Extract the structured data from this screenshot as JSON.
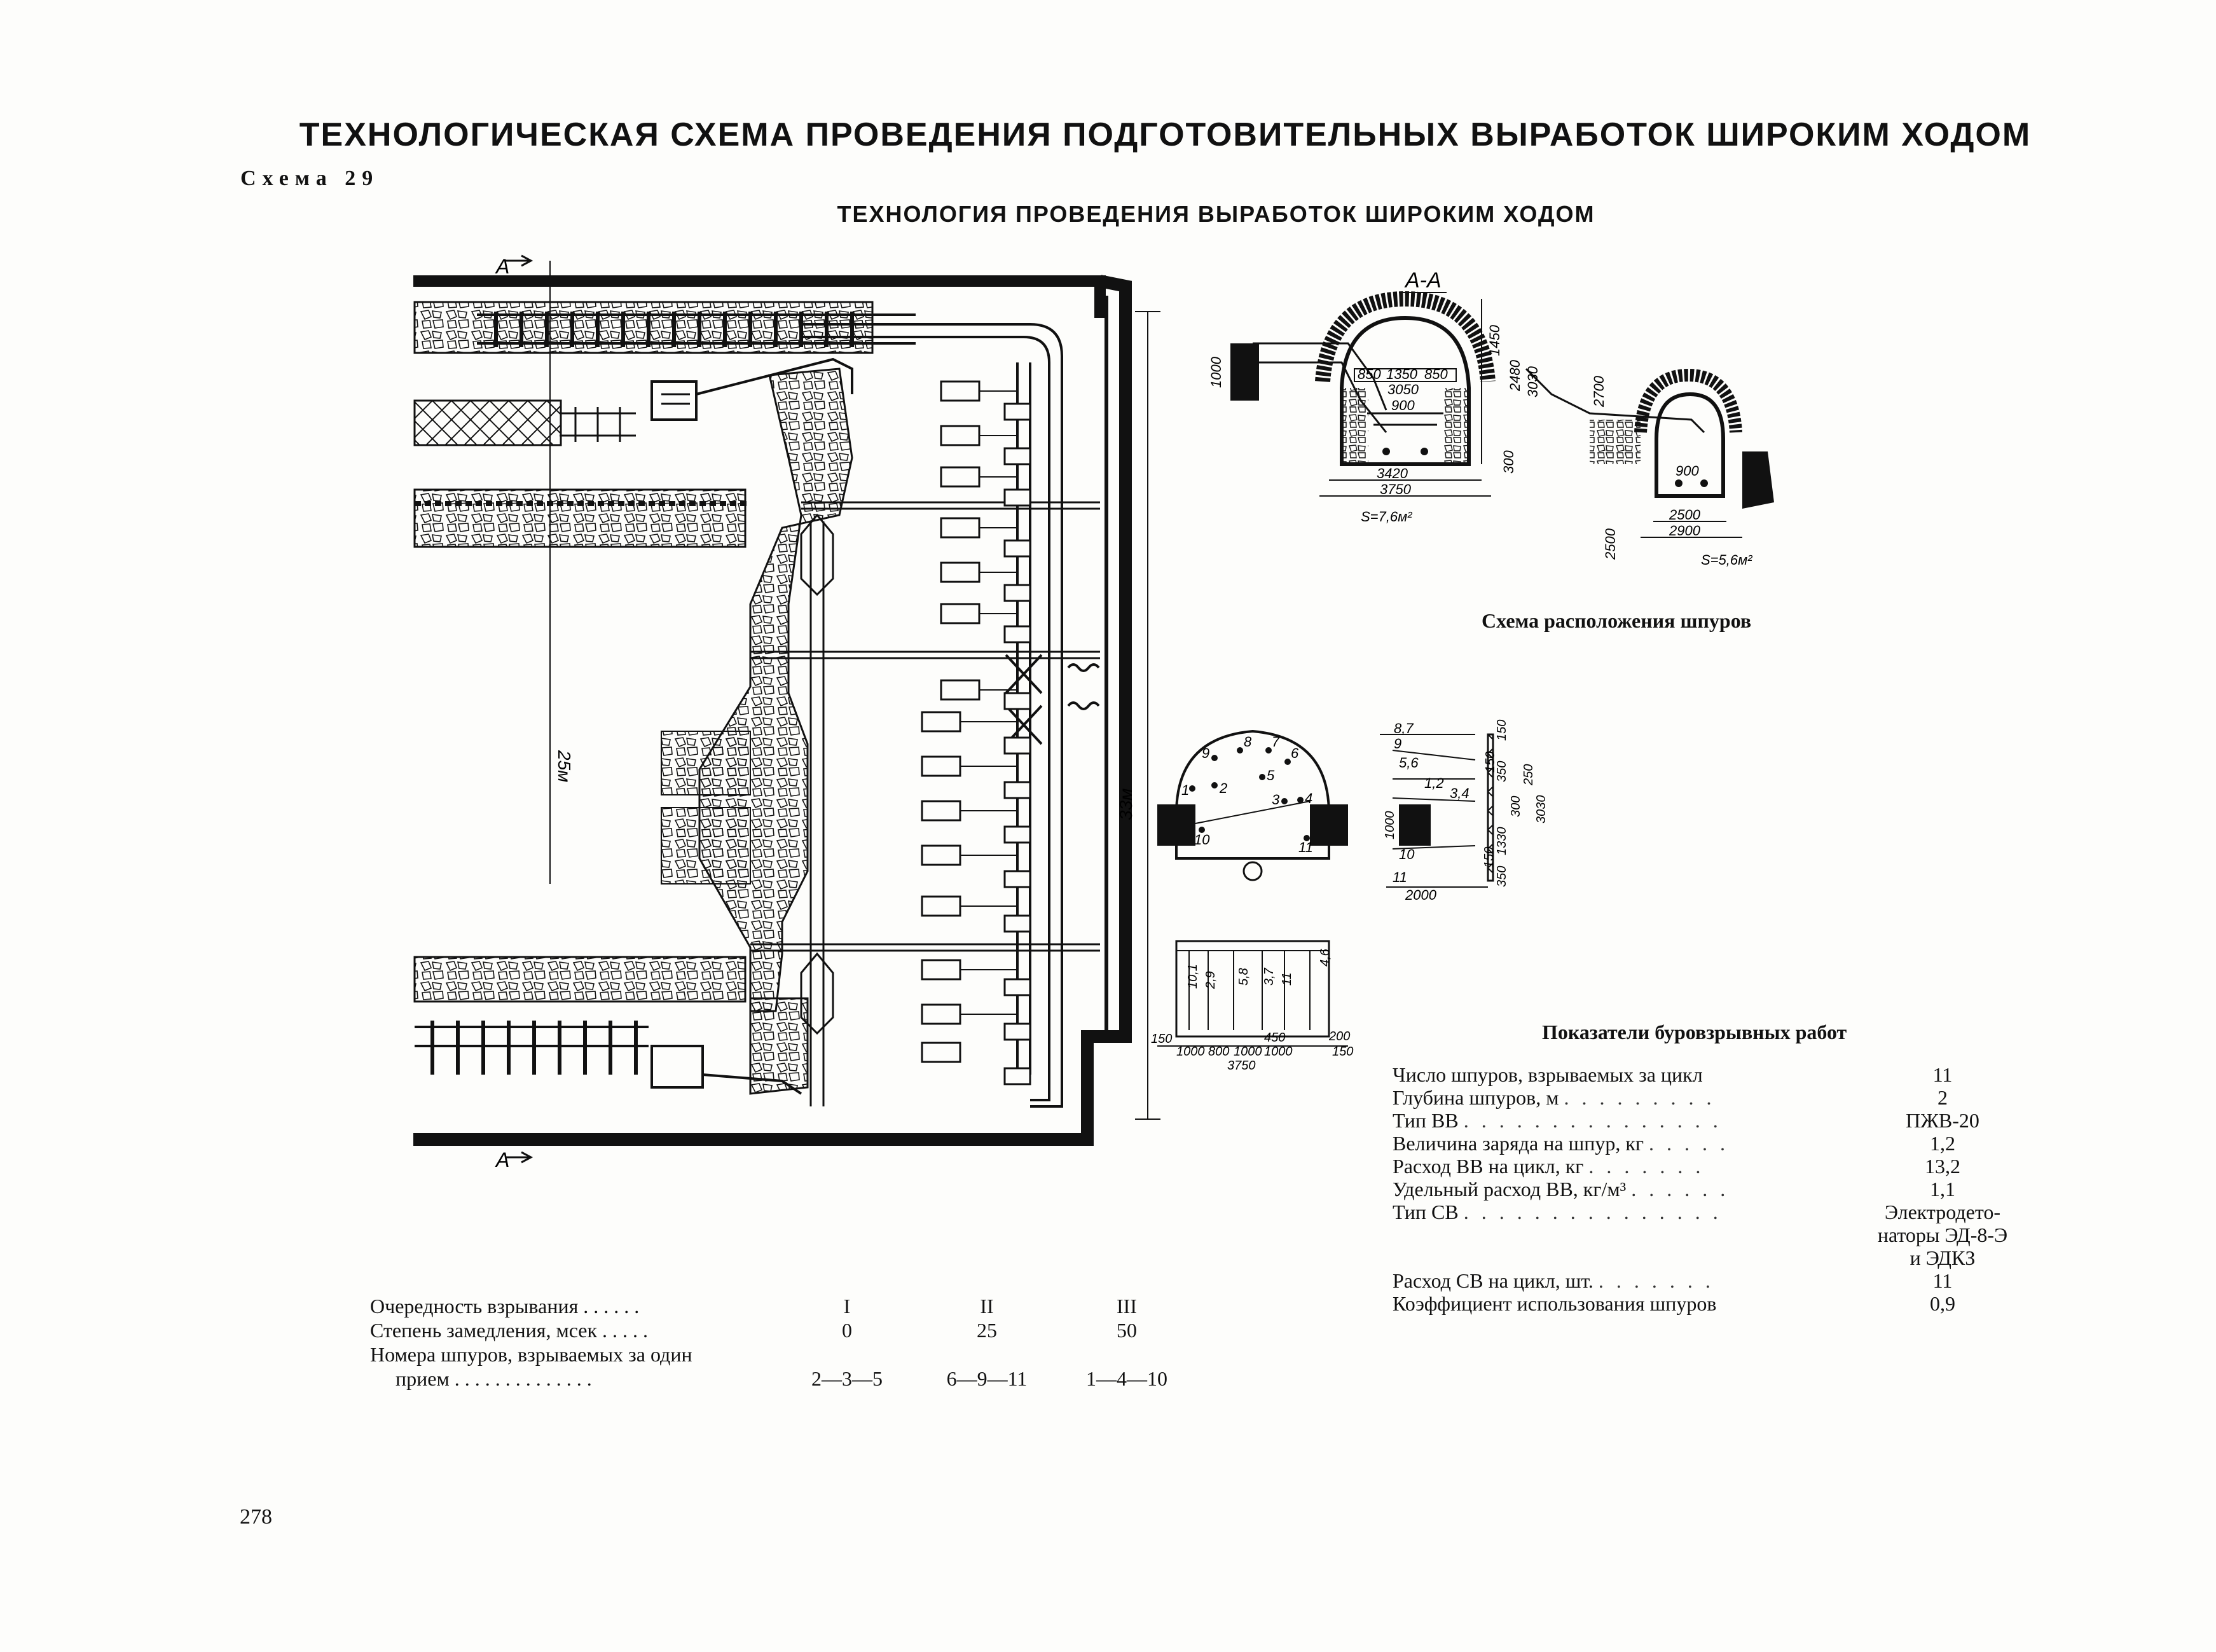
{
  "header": {
    "title": "ТЕХНОЛОГИЧЕСКАЯ СХЕМА ПРОВЕДЕНИЯ ПОДГОТОВИТЕЛЬНЫХ ВЫРАБОТОК ШИРОКИМ ХОДОМ",
    "scheme_label": "Схема 29",
    "subtitle": "ТЕХНОЛОГИЯ ПРОВЕДЕНИЯ ВЫРАБОТОК ШИРОКИМ ХОДОМ"
  },
  "plan": {
    "section_mark_top": "А",
    "section_mark_bottom": "А",
    "length_25": "25м",
    "length_33": "33м"
  },
  "section_aa": {
    "label": "А-А",
    "dims": {
      "d1000": "1000",
      "d850a": "850",
      "d1350": "1350",
      "d850b": "850",
      "d3050": "3050",
      "d900": "900",
      "d1450": "1450",
      "d2480": "2480",
      "d3030": "3030",
      "d2700": "2700",
      "d300": "300",
      "d3420": "3420",
      "d3750": "3750",
      "area1": "S=7,6м²",
      "d900b": "900",
      "d2500v": "2500",
      "d2500": "2500",
      "d2900": "2900",
      "area2": "S=5,6м²"
    }
  },
  "holes_scheme": {
    "caption": "Схема расположения шпуров",
    "face_numbers": [
      "1",
      "2",
      "3",
      "4",
      "5",
      "6",
      "7",
      "8",
      "9",
      "10",
      "11"
    ],
    "face_dim": "1000",
    "side_labels": {
      "l87": "8,7",
      "l9": "9",
      "l56": "5,6",
      "l12": "1,2",
      "l34": "3,4",
      "l10": "10",
      "l11": "11",
      "d2000": "2000",
      "d1000": "1000",
      "d150a": "150",
      "d150b": "150",
      "d350": "350",
      "d1330": "1330",
      "d350b": "350",
      "d300": "300",
      "d250": "250",
      "d3030": "3030",
      "d150c": "150"
    },
    "plan_labels": {
      "l101": "10,1",
      "l29": "2,9",
      "l58": "5,8",
      "l37": "3,7",
      "l11": "11",
      "l46": "4,6",
      "d150a": "150",
      "d1000a": "1000",
      "d800": "800",
      "d1000b": "1000",
      "d450": "450",
      "d1000c": "1000",
      "d200": "200",
      "d150b": "150",
      "d3750": "3750"
    }
  },
  "indicators": {
    "caption": "Показатели буровзрывных работ",
    "rows": [
      {
        "label": "Число шпуров, взрываемых за цикл",
        "dots": "",
        "value": "11"
      },
      {
        "label": "Глубина шпуров, м",
        "dots": ". . . . . . . . .",
        "value": "2"
      },
      {
        "label": "Тип ВВ",
        "dots": ". . . . . . . . . . . . . . .",
        "value": "ПЖВ-20"
      },
      {
        "label": "Величина заряда на шпур, кг",
        "dots": ". . . . .",
        "value": "1,2"
      },
      {
        "label": "Расход ВВ на цикл, кг",
        "dots": ". . . . . . .",
        "value": "13,2"
      },
      {
        "label": "Удельный расход ВВ, кг/м³",
        "dots": ". . . . . .",
        "value": "1,1"
      },
      {
        "label": "Тип СВ",
        "dots": ". . . . . . . . . . . . . . .",
        "value": "Электродето-\nнаторы ЭД-8-Э\nи ЭДКЗ"
      },
      {
        "label": "Расход СВ на цикл, шт.",
        "dots": ". . . . . . .",
        "value": "11"
      },
      {
        "label": "Коэффициент использования шпуров",
        "dots": "",
        "value": "0,9"
      }
    ]
  },
  "sequence": {
    "rows": [
      {
        "label": "Очередность взрывания",
        "dots": ". . . . . .",
        "cells": [
          "I",
          "II",
          "III"
        ]
      },
      {
        "label": "Степень замедления, мсек",
        "dots": ". . . . .",
        "cells": [
          "0",
          "25",
          "50"
        ]
      },
      {
        "label": "Номера шпуров, взрываемых за один",
        "dots": "",
        "cells": [
          "",
          "",
          ""
        ]
      },
      {
        "label": "прием",
        "dots": ". . . . . . . . . . . . . .",
        "cells": [
          "2—3—5",
          "6—9—11",
          "1—4—10"
        ]
      }
    ]
  },
  "page": {
    "number": "278"
  }
}
